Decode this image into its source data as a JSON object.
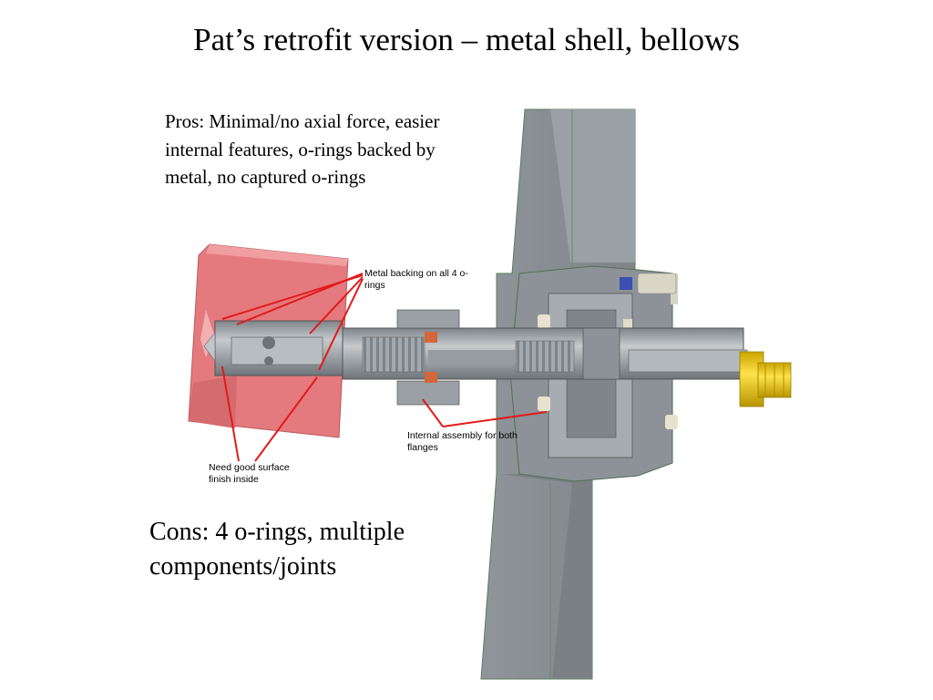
{
  "title": "Pat’s retrofit version – metal shell, bellows",
  "pros": "Pros: Minimal/no axial force, easier internal features, o-rings backed by metal, no captured o-rings",
  "cons": "Cons: 4 o-rings, multiple components/joints",
  "callouts": {
    "metal_backing": "Metal backing on all 4 o-rings",
    "internal_assembly": "Internal assembly for both flanges",
    "surface_finish": "Need good surface finish inside"
  },
  "colors": {
    "block": "#e47a7d",
    "flange": "#8a8f95",
    "shaft": "#a8adb2",
    "bellows": "#9fa6ab",
    "knob": "#f0cc00",
    "leader": "#e31a1a",
    "orange_ring": "#d2673a"
  }
}
